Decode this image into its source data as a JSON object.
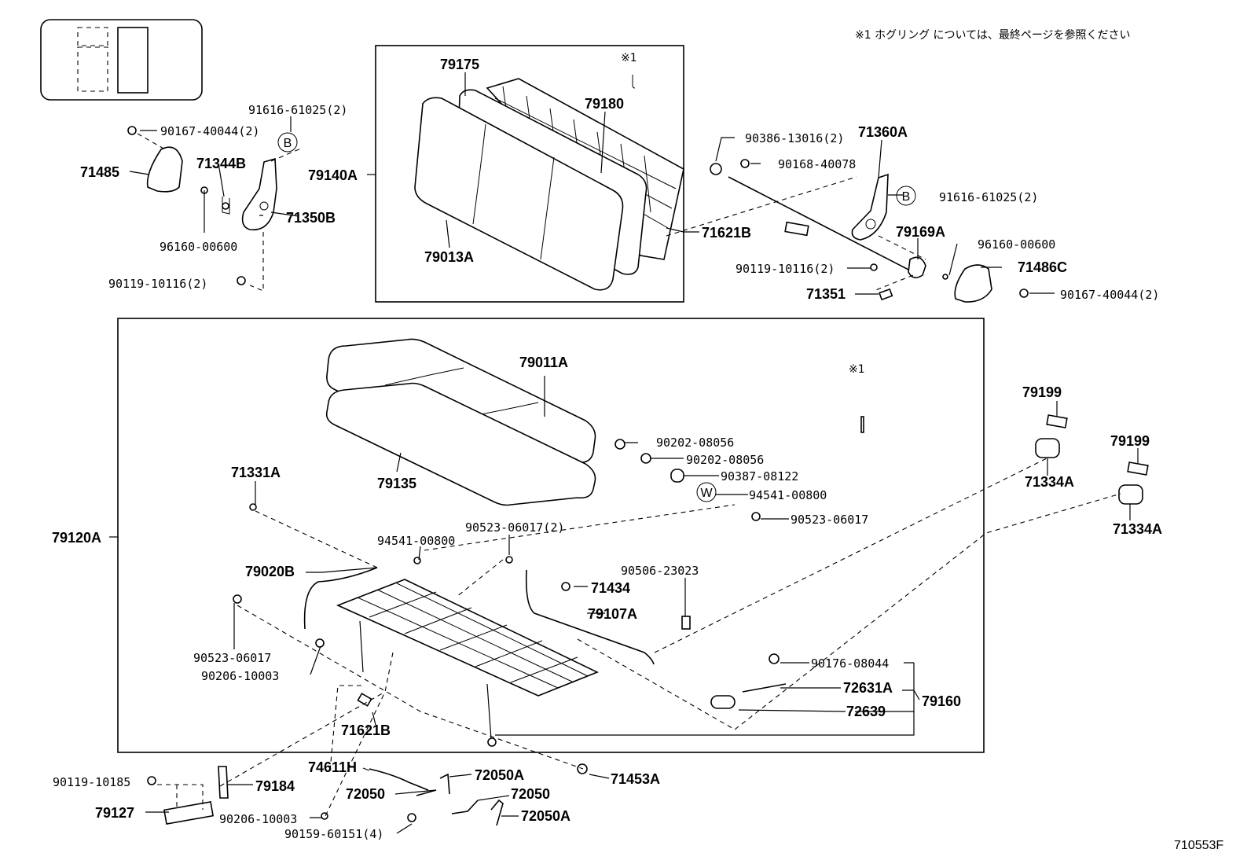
{
  "note": "※1 ホグリング については、最終ページを参照ください",
  "ref_mark": "※1",
  "circle_b": "B",
  "circle_w": "W",
  "image_id": "710553F",
  "labels": {
    "p91616_left": "91616-61025(2)",
    "p90167_left": "90167-40044(2)",
    "p71485": "71485",
    "p71344B": "71344B",
    "p71350B": "71350B",
    "p96160_left": "96160-00600",
    "p90119_left": "90119-10116(2)",
    "p79140A": "79140A",
    "p79175": "79175",
    "p79180": "79180",
    "p79013A": "79013A",
    "p90386": "90386-13016(2)",
    "p71360A": "71360A",
    "p90168": "90168-40078",
    "p91616_right": "91616-61025(2)",
    "p71621B_top": "71621B",
    "p79169A": "79169A",
    "p96160_right": "96160-00600",
    "p90119_right": "90119-10116(2)",
    "p71486C": "71486C",
    "p71351": "71351",
    "p90167_right": "90167-40044(2)",
    "p79011A": "79011A",
    "p79135": "79135",
    "p90202_a": "90202-08056",
    "p90202_b": "90202-08056",
    "p90387": "90387-08122",
    "p94541_right": "94541-00800",
    "p90523_right": "90523-06017",
    "p71331A": "71331A",
    "p79120A": "79120A",
    "p94541_mid": "94541-00800",
    "p90523_mid": "90523-06017(2)",
    "p79020B": "79020B",
    "p71434": "71434",
    "p90506": "90506-23023",
    "p79107A": "79107A",
    "p90523_left": "90523-06017",
    "p90206_upper": "90206-10003",
    "p90176": "90176-08044",
    "p72631A": "72631A",
    "p79160": "79160",
    "p72639": "72639",
    "p71621B_bottom": "71621B",
    "p79199_a": "79199",
    "p71334A_a": "71334A",
    "p79199_b": "79199",
    "p71334A_b": "71334A",
    "p74611H": "74611H",
    "p71453A": "71453A",
    "p90119_10185": "90119-10185",
    "p79184": "79184",
    "p72050A_a": "72050A",
    "p72050_a": "72050",
    "p72050_b": "72050",
    "p79127": "79127",
    "p72050A_b": "72050A",
    "p90206_lower": "90206-10003",
    "p90159": "90159-60151(4)"
  }
}
